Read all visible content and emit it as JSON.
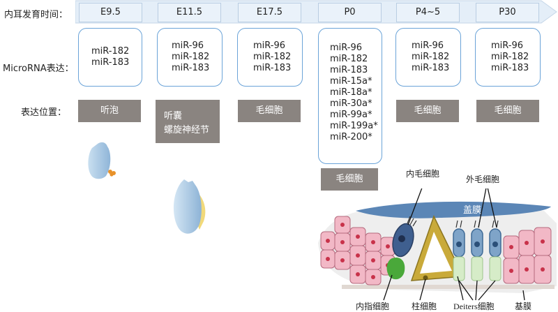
{
  "row_labels": {
    "development_time": "内耳发育时间：",
    "microrna_expression": "MicroRNA表达：",
    "expression_location": "表达位置："
  },
  "stages": [
    "E9.5",
    "E11.5",
    "E17.5",
    "P0",
    "P4~5",
    "P30"
  ],
  "mirna_lists": [
    [
      "miR-182",
      "miR-183"
    ],
    [
      "miR-96",
      "miR-182",
      "miR-183"
    ],
    [
      "miR-96",
      "miR-182",
      "miR-183"
    ],
    [
      "miR-96",
      "miR-182",
      "miR-183",
      "miR-15a*",
      "miR-18a*",
      "miR-30a*",
      "miR-99a*",
      "miR-199a*",
      "miR-200*"
    ],
    [
      "miR-96",
      "miR-182",
      "miR-183"
    ],
    [
      "miR-96",
      "miR-182",
      "miR-183"
    ]
  ],
  "locations": {
    "e9_5": "听泡",
    "e11_5_line1": "听囊",
    "e11_5_line2": "螺旋神经节",
    "e17_5": "毛细胞",
    "p0": "毛细胞",
    "p4_5": "毛细胞",
    "p30": "毛细胞"
  },
  "anatomy_labels": {
    "inner_hair_cell": "内毛细胞",
    "outer_hair_cell": "外毛细胞",
    "tectorial_membrane": "盖膜",
    "inner_phalangeal_cell": "内指细胞",
    "pillar_cell": "柱细胞",
    "deiters_cell": "Deiters细胞",
    "basilar_membrane": "基膜"
  },
  "colors": {
    "timeline_fill": "#eaf2fa",
    "box_border": "#6aa3d8",
    "location_fill": "#8a8480",
    "tectorial": "#5b86b6",
    "pillar": "#c9aa3a",
    "inner_hair": "#3f5f8f",
    "outer_hair": "#7fa4c8",
    "support_cells": "#f2b8c6",
    "phalangeal": "#4aa83a",
    "deiters": "#d6ecc8"
  }
}
